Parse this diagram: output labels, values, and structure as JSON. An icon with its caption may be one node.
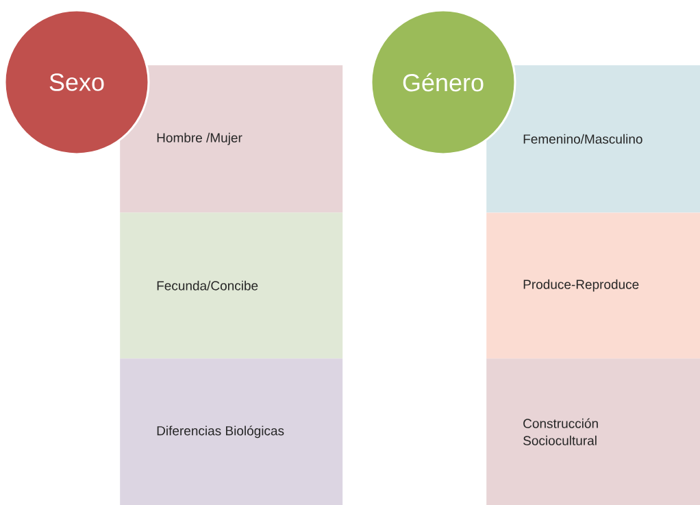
{
  "diagram": {
    "nodes": [
      {
        "text": [
          "Sexo"
        ]
      },
      {
        "text": [
          "Hombre /Mujer"
        ]
      },
      {
        "text": [
          "Fecunda/Concibe"
        ]
      },
      {
        "text": [
          "Diferencias Biológicas"
        ]
      },
      {
        "text": [
          "Género"
        ]
      },
      {
        "text": [
          "Femenino/Masculino"
        ]
      },
      {
        "text": [
          "Produce-Reproduce"
        ]
      },
      {
        "text": [
          "Construcción Sociocultural"
        ]
      }
    ]
  }
}
